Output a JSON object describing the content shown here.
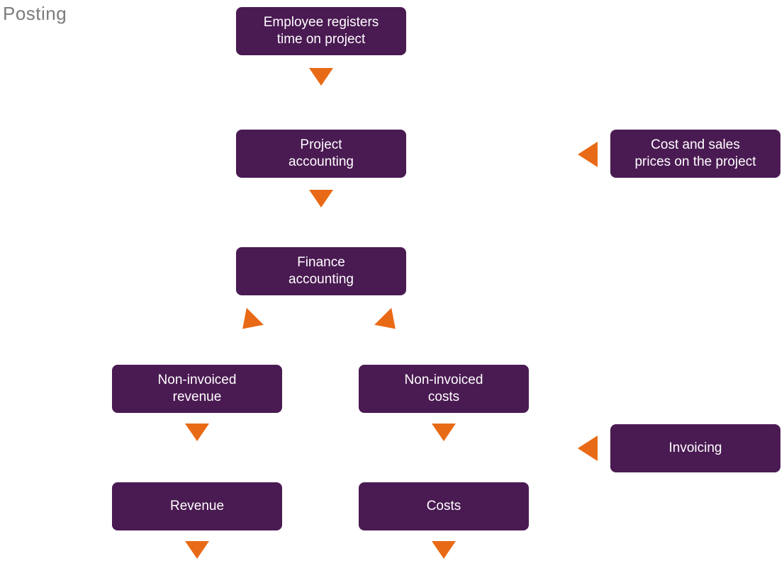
{
  "page": {
    "title": "Posting"
  },
  "colors": {
    "background": "#ffffff",
    "node_bg": "#4a1a52",
    "node_text": "#ffffff",
    "arrow": "#e96a16",
    "title_text": "#7b7b7b"
  },
  "diagram": {
    "nodes": [
      {
        "id": "employee-registers-time",
        "label": "Employee registers\ntime on project"
      },
      {
        "id": "project-accounting",
        "label": "Project\naccounting"
      },
      {
        "id": "cost-sales-prices",
        "label": "Cost and sales\nprices on the project"
      },
      {
        "id": "finance-accounting",
        "label": "Finance\naccounting"
      },
      {
        "id": "non-invoiced-revenue",
        "label": "Non-invoiced\nrevenue"
      },
      {
        "id": "non-invoiced-costs",
        "label": "Non-invoiced\ncosts"
      },
      {
        "id": "invoicing",
        "label": "Invoicing"
      },
      {
        "id": "revenue",
        "label": "Revenue"
      },
      {
        "id": "costs",
        "label": "Costs"
      }
    ],
    "arrows": [
      {
        "icon": "arrow-down-icon",
        "from": "employee-registers-time",
        "to": "project-accounting"
      },
      {
        "icon": "arrow-left-icon",
        "from": "cost-sales-prices",
        "to": "project-accounting"
      },
      {
        "icon": "arrow-down-icon",
        "from": "project-accounting",
        "to": "finance-accounting"
      },
      {
        "icon": "arrow-down-left-icon",
        "from": "finance-accounting",
        "to": "non-invoiced-revenue"
      },
      {
        "icon": "arrow-down-right-icon",
        "from": "finance-accounting",
        "to": "non-invoiced-costs"
      },
      {
        "icon": "arrow-down-icon",
        "from": "non-invoiced-revenue",
        "to": "revenue"
      },
      {
        "icon": "arrow-down-icon",
        "from": "non-invoiced-costs",
        "to": "costs"
      },
      {
        "icon": "arrow-left-icon",
        "from": "invoicing",
        "to": "costs"
      },
      {
        "icon": "arrow-down-icon",
        "from": "revenue",
        "to": ""
      },
      {
        "icon": "arrow-down-icon",
        "from": "costs",
        "to": ""
      }
    ]
  }
}
